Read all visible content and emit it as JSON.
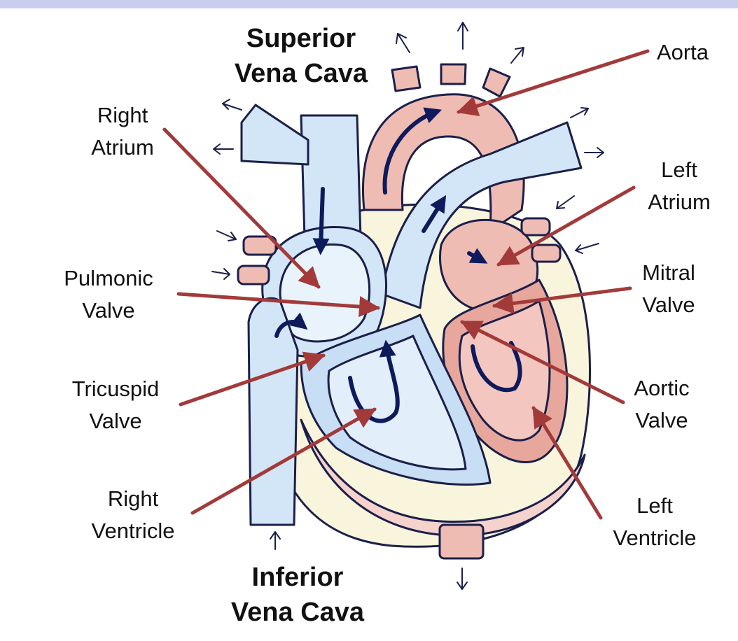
{
  "colors": {
    "header_band": "#c9cdf0",
    "blue_chamber": "#d3e6f7",
    "blue_light": "#e9f3fc",
    "red_chamber": "#efbcb3",
    "red_dark": "#e7a79c",
    "outline": "#1b1f4a",
    "pericardium": "#f8f5dc",
    "arrow_dark": "#0d1a5c",
    "leader_line": "#a33a3a"
  },
  "labels": {
    "superior_vena_cava": [
      "Superior",
      "Vena Cava"
    ],
    "inferior_vena_cava": [
      "Inferior",
      "Vena Cava"
    ],
    "right_atrium": [
      "Right",
      "Atrium"
    ],
    "pulmonic_valve": [
      "Pulmonic",
      "Valve"
    ],
    "tricuspid_valve": [
      "Tricuspid",
      "Valve"
    ],
    "right_ventricle": [
      "Right",
      "Ventricle"
    ],
    "aorta": [
      "Aorta"
    ],
    "left_atrium": [
      "Left",
      "Atrium"
    ],
    "mitral_valve": [
      "Mitral",
      "Valve"
    ],
    "aortic_valve": [
      "Aortic",
      "Valve"
    ],
    "left_ventricle": [
      "Left",
      "Ventricle"
    ]
  }
}
